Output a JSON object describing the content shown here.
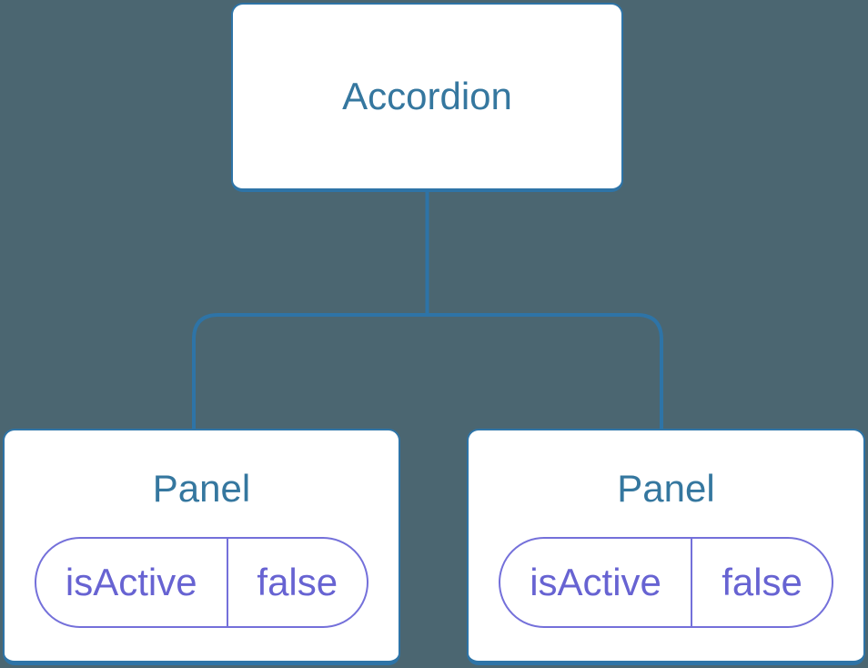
{
  "diagram": {
    "description": "Component tree diagram",
    "tree": {
      "root": {
        "label": "Accordion"
      },
      "children": [
        {
          "label": "Panel",
          "state": {
            "key": "isActive",
            "value": "false"
          }
        },
        {
          "label": "Panel",
          "state": {
            "key": "isActive",
            "value": "false"
          }
        }
      ]
    }
  },
  "colors": {
    "background": "#4b6671",
    "node_border": "#2e74a7",
    "node_fill": "#ffffff",
    "node_title": "#35779f",
    "connector": "#2e74a7",
    "state_border": "#7470da",
    "state_text": "#6763d2"
  }
}
